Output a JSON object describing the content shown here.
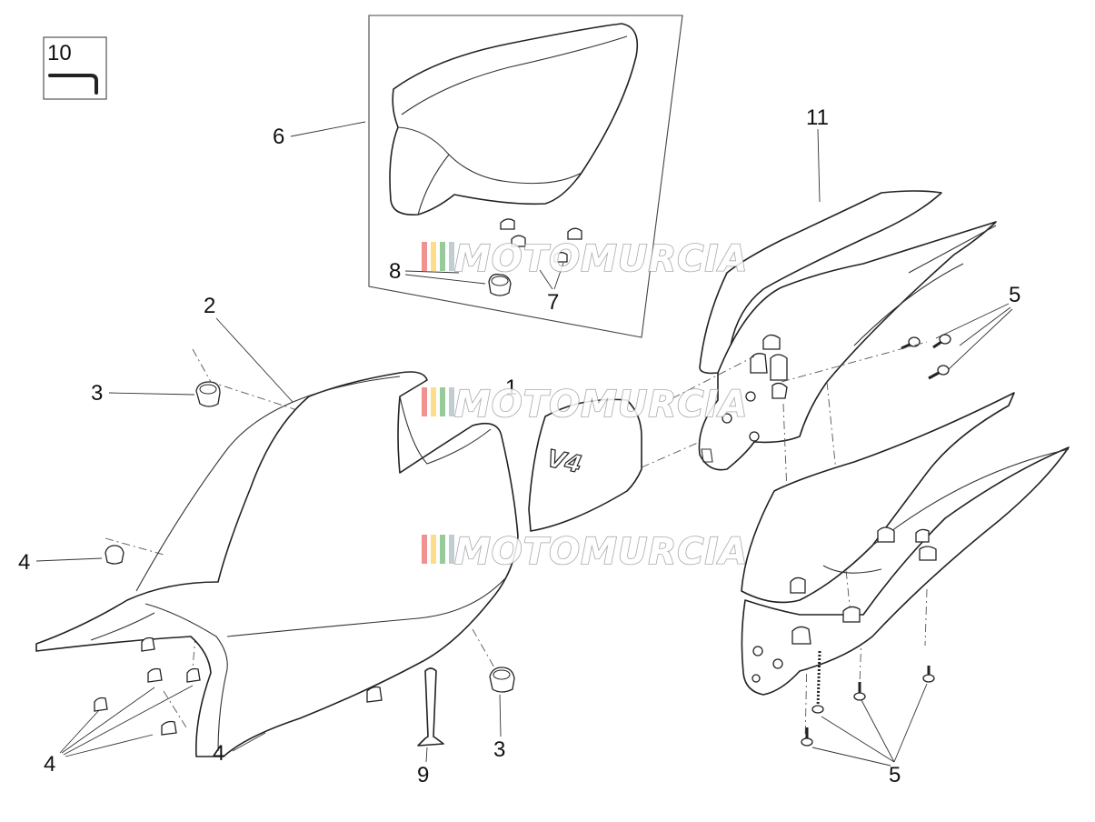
{
  "diagram": {
    "callouts": {
      "tool": "10",
      "passenger_seat_kit": "6",
      "tail_fairing": "11",
      "seat_kit_bush": "8",
      "seat_kit_insert": "7",
      "rider_seat": "2",
      "seat_cover_insert": "1",
      "screws_upper": "5",
      "nut_upper_left": "3",
      "nut_mid_left": "4",
      "bushes_lower_left": "4",
      "bush_lower_center": "4",
      "strap": "9",
      "nut_lower_center": "3",
      "screws_lower": "5"
    },
    "seat_logo": "V4",
    "watermark": "MOTOMURCIA",
    "watermark_colors": [
      "#e53935",
      "#fbc02d",
      "#43a047",
      "#90a4ae"
    ]
  }
}
